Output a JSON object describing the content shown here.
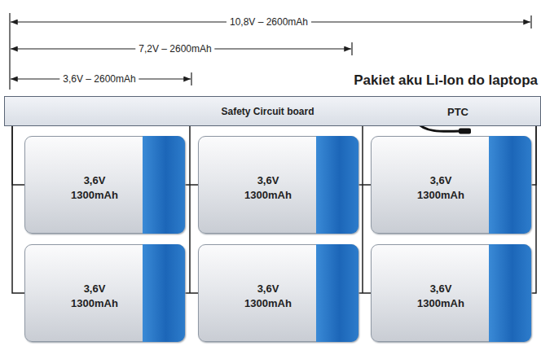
{
  "diagram": {
    "title": "Pakiet aku Li-Ion do laptopa",
    "nodes": [
      {
        "text": [
          "Safety Circuit board"
        ]
      },
      {
        "text": [
          "3,6V",
          "1300mAh"
        ]
      },
      {
        "text": [
          "3,6V",
          "1300mAh"
        ]
      },
      {
        "text": [
          "3,6V",
          "1300mAh"
        ]
      },
      {
        "text": [
          "3,6V",
          "1300mAh"
        ]
      },
      {
        "text": [
          "3,6V",
          "1300mAh"
        ]
      },
      {
        "text": [
          "3,6V",
          "1300mAh"
        ]
      }
    ],
    "edges": [
      {
        "from": 0,
        "to": 1,
        "arrow": "none"
      },
      {
        "from": 0,
        "to": 4,
        "arrow": "none"
      },
      {
        "from": 1,
        "to": 2,
        "arrow": "none"
      },
      {
        "from": 4,
        "to": 5,
        "arrow": "none"
      },
      {
        "from": 2,
        "to": 3,
        "arrow": "none"
      },
      {
        "from": 5,
        "to": 6,
        "arrow": "none"
      },
      {
        "from": 0,
        "to": 3,
        "arrow": "none"
      },
      {
        "from": 0,
        "to": 6,
        "arrow": "none"
      }
    ],
    "labels": [
      "10,8V – 2600mAh",
      "7,2V – 2600mAh",
      "3,6V – 2600mAh",
      "PTC"
    ]
  }
}
